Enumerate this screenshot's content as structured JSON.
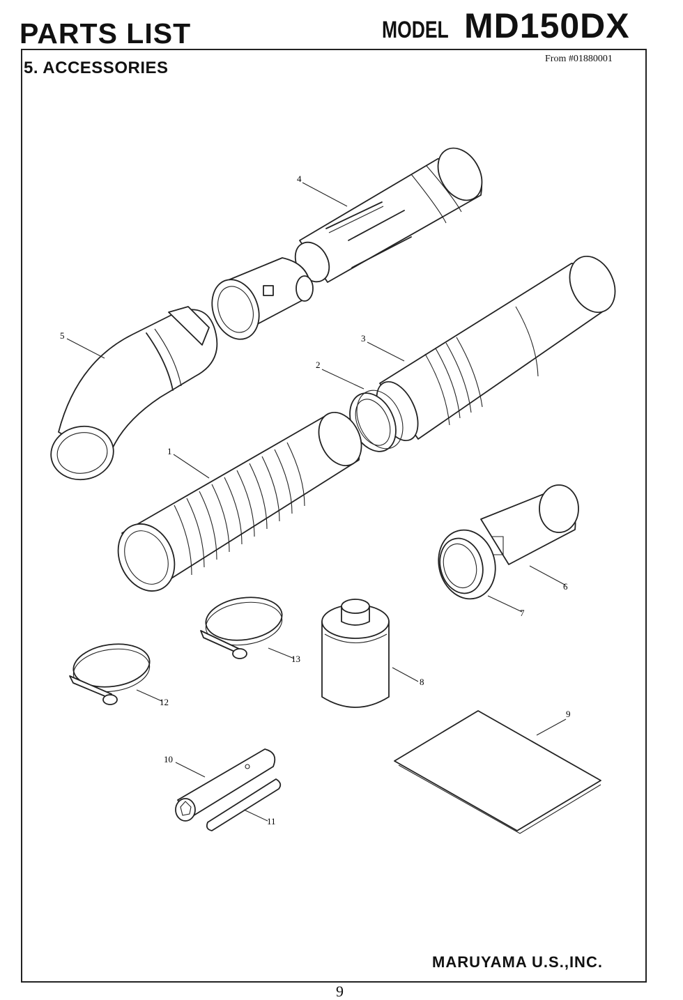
{
  "header": {
    "title": "PARTS LIST",
    "model_prefix": "MODEL",
    "model_name": "MD150DX",
    "section": "5. ACCESSORIES",
    "serial_from": "From #01880001"
  },
  "footer": {
    "company": "MARUYAMA U.S.,INC.",
    "page_number": "9"
  },
  "callouts": [
    {
      "id": "1",
      "part": "corrugated-pipe"
    },
    {
      "id": "2",
      "part": "pipe-ring"
    },
    {
      "id": "3",
      "part": "straight-pipe"
    },
    {
      "id": "4",
      "part": "slotted-nozzle"
    },
    {
      "id": "5",
      "part": "elbow-pipe"
    },
    {
      "id": "6",
      "part": "adapter-tube"
    },
    {
      "id": "7",
      "part": "adapter-cap"
    },
    {
      "id": "8",
      "part": "oil-bottle"
    },
    {
      "id": "9",
      "part": "instruction-manual"
    },
    {
      "id": "10",
      "part": "plug-wrench"
    },
    {
      "id": "11",
      "part": "wrench-bar"
    },
    {
      "id": "12",
      "part": "hose-clamp"
    },
    {
      "id": "13",
      "part": "hose-clamp"
    }
  ]
}
